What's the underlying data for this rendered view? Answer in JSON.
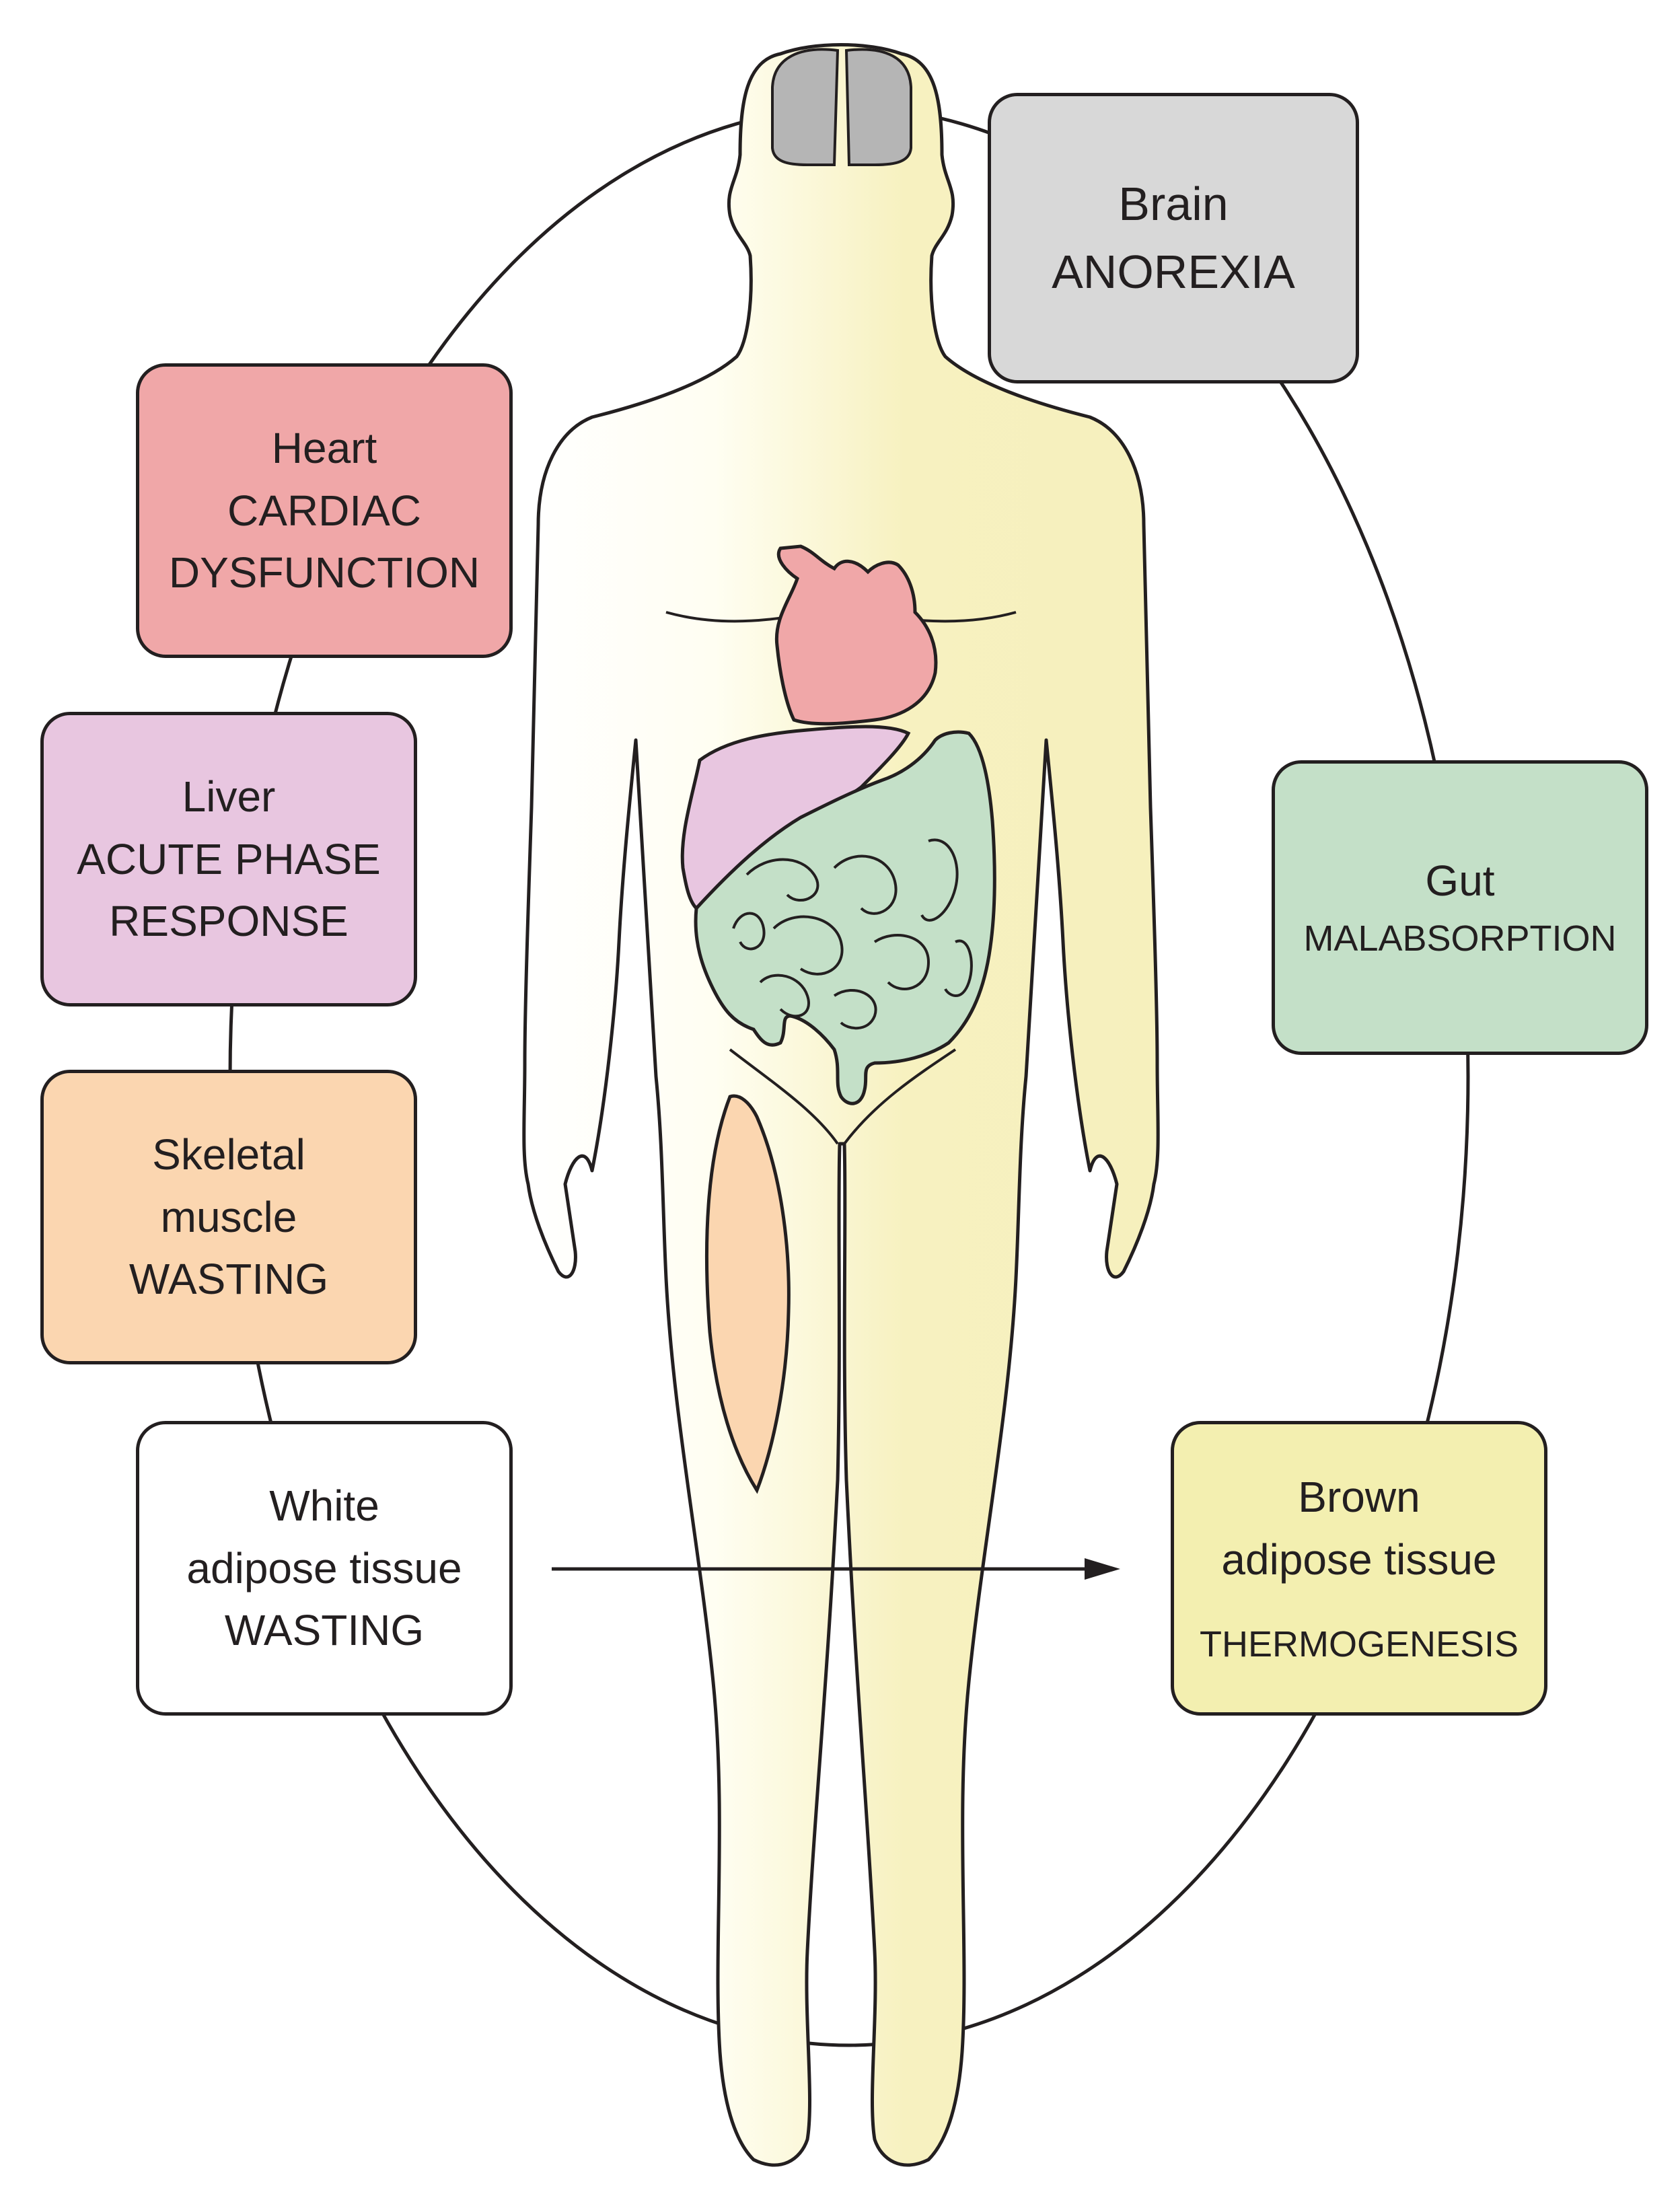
{
  "colors": {
    "outline": "#231f20",
    "brain": "#d8d8d8",
    "brain_lobes": "#b5b5b5",
    "heart": "#f0a7a8",
    "liver": "#e8c6e0",
    "gut": "#c4e0c8",
    "muscle": "#fbd6b0",
    "white_adipose": "#ffffff",
    "brown_adipose": "#f3efb0",
    "body_fill": "#f7f2c4"
  },
  "boxes": {
    "brain": {
      "organ": "Brain",
      "effect": "ANOREXIA"
    },
    "heart": {
      "organ": "Heart",
      "effect_line1": "CARDIAC",
      "effect_line2": "DYSFUNCTION"
    },
    "liver": {
      "organ": "Liver",
      "effect_line1": "ACUTE PHASE",
      "effect_line2": "RESPONSE"
    },
    "muscle": {
      "organ_line1": "Skeletal",
      "organ_line2": "muscle",
      "effect": "WASTING"
    },
    "white_adipose": {
      "organ_line1": "White",
      "organ_line2": "adipose tissue",
      "effect": "WASTING"
    },
    "gut": {
      "organ": "Gut",
      "effect": "MALABSORPTION"
    },
    "brown_adipose": {
      "organ_line1": "Brown",
      "organ_line2": "adipose tissue",
      "effect": "THERMOGENESIS"
    }
  },
  "arrow": {
    "from": "white_adipose",
    "to": "brown_adipose"
  }
}
